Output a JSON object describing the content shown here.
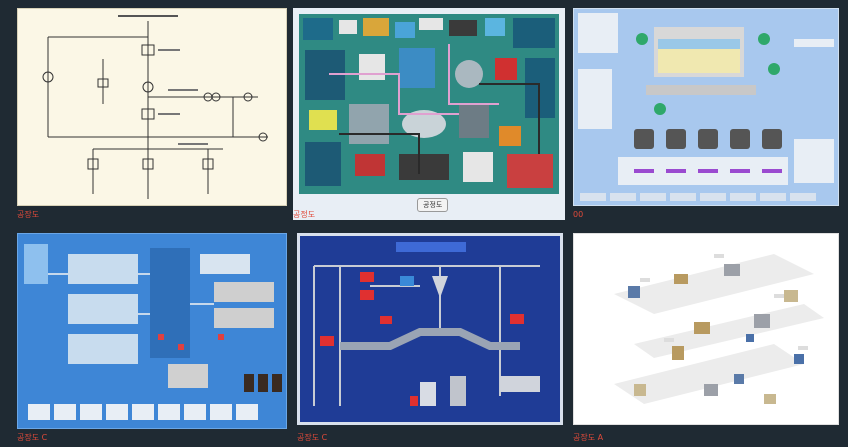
{
  "colors": {
    "page_bg": "#1f2a33",
    "caption": "#e04a3a",
    "caption_hover": "#cfd6dc",
    "hover_border": "#e8eef5"
  },
  "gallery": {
    "tiles": [
      {
        "caption": "공장도",
        "icon": "single-line-diagram-icon"
      },
      {
        "caption": "공정도",
        "tooltip": "공정도",
        "hover": true,
        "icon": "process-flow-diagram-icon"
      },
      {
        "caption": "00",
        "icon": "tank-monitoring-diagram-icon"
      },
      {
        "caption": "공장도 C",
        "icon": "plant-layout-diagram-icon"
      },
      {
        "caption": "공장도 C",
        "icon": "pipeline-diagram-icon"
      },
      {
        "caption": "공장도 A",
        "icon": "isometric-layout-icon"
      }
    ]
  }
}
